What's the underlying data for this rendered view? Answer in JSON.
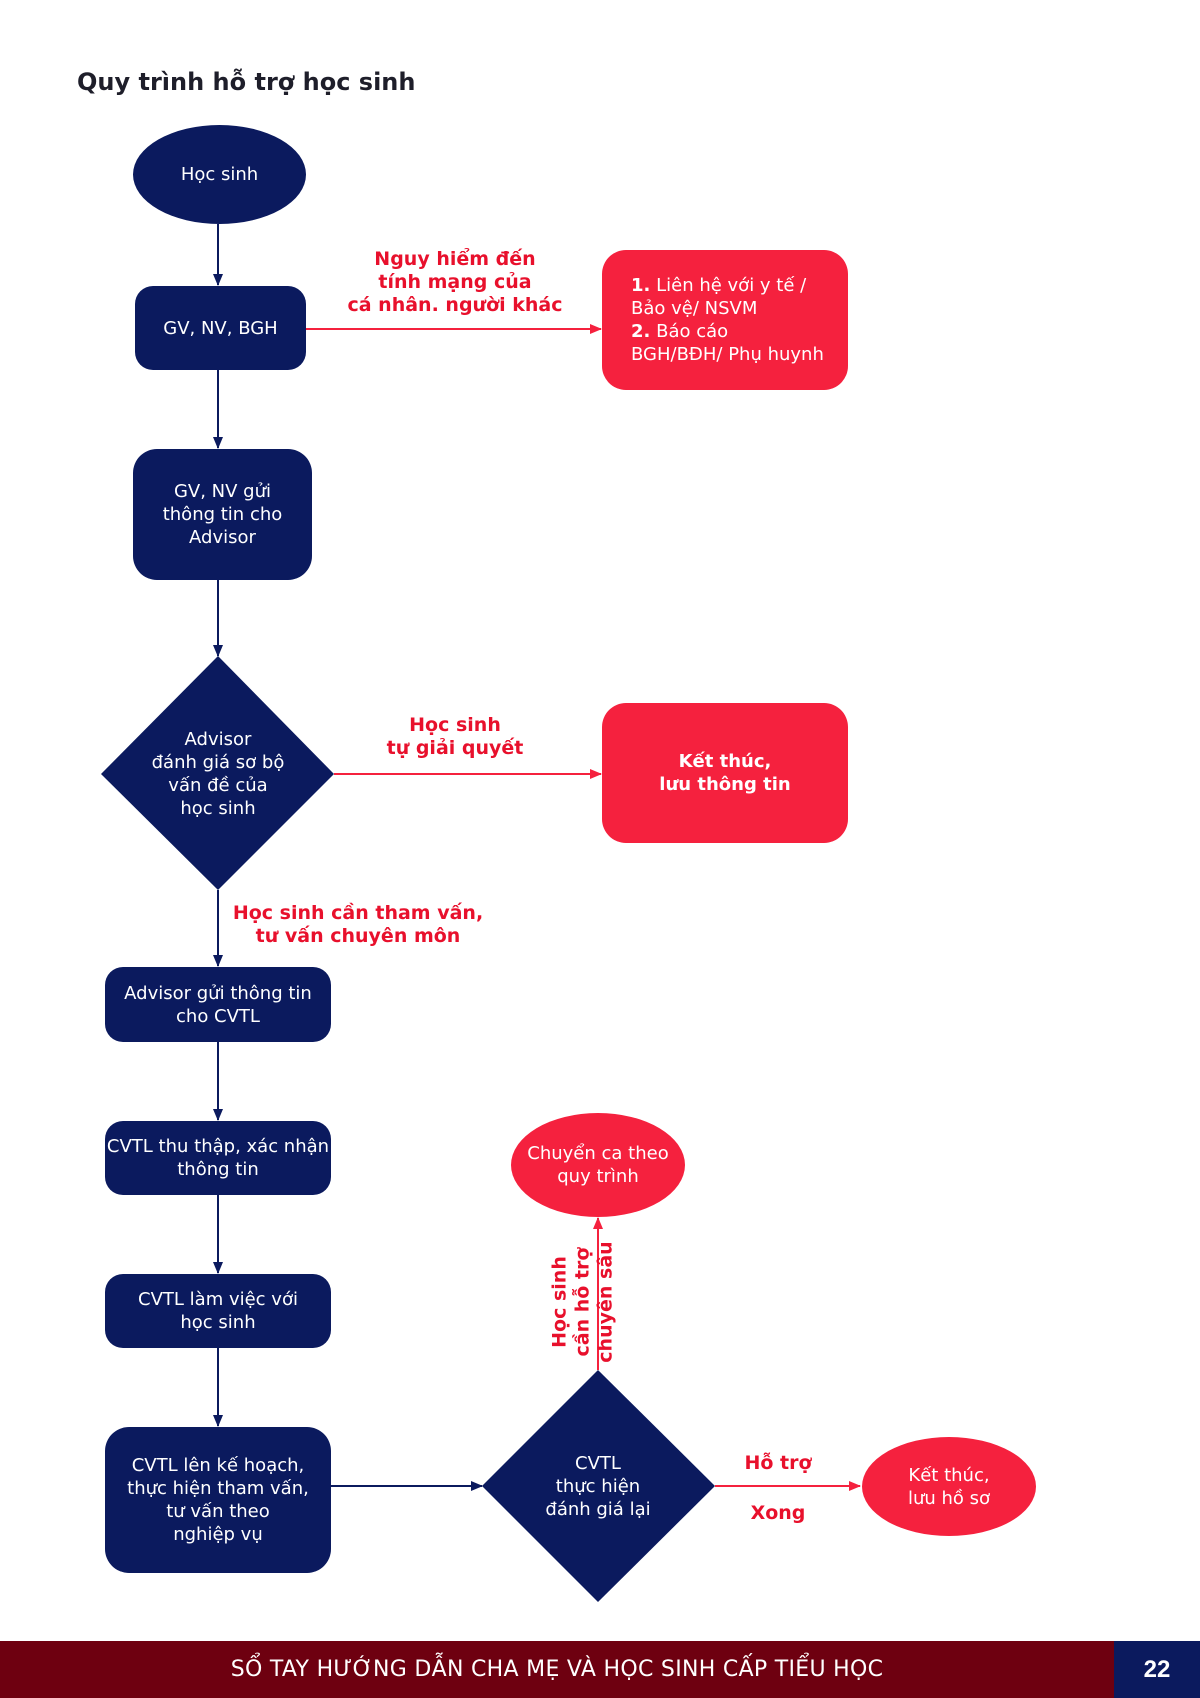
{
  "title": "Quy trình hỗ trợ học sinh",
  "nodes": {
    "hoc_sinh": "Học sinh",
    "gv_nv_bgh": "GV, NV, BGH",
    "gv_gui": "GV, NV gửi\nthông tin cho\nAdvisor",
    "advisor_danh_gia": "Advisor\nđánh giá sơ bộ\nvấn đề của\nhọc sinh",
    "advisor_gui_cvtl": "Advisor gửi thông tin\ncho CVTL",
    "cvtl_thu_thap": "CVTL thu thập, xác nhận\nthông tin",
    "cvtl_lam_viec": "CVTL làm việc với\nhọc sinh",
    "cvtl_ke_hoach": "CVTL lên kế hoạch,\nthực hiện tham vấn,\ntư vấn theo\nnghiệp vụ",
    "cvtl_danh_gia_lai": "CVTL\nthực hiện\nđánh giá lại",
    "ket_thuc_luu_ho_so": "Kết thúc,\nlưu hồ sơ",
    "chuyen_ca": "Chuyển ca theo\nquy trình",
    "ket_thuc_luu_thong_tin": "Kết thúc,\nlưu thông tin",
    "emergency": {
      "n1": "1.",
      "t1": " Liên hệ với y tế /\nBảo vệ/ NSVM",
      "n2": "2.",
      "t2": " Báo cáo\nBGH/BĐH/ Phụ huynh"
    }
  },
  "edge_labels": {
    "nguy_hiem": "Nguy hiểm đến\ntính mạng của\ncá nhân. người khác",
    "tu_giai_quyet": "Học sinh\ntự giải quyết",
    "can_tham_van": "Học sinh cần tham vấn,\ntư vấn chuyên môn",
    "can_ho_tro_sau": "Học sinh\ncần hỗ trợ\nchuyên sâu",
    "ho_tro": "Hỗ trợ",
    "xong": "Xong"
  },
  "footer": {
    "text": "SỔ TAY HƯỚNG DẪN CHA MẸ VÀ HỌC SINH CẤP TIỂU HỌC",
    "page": "22"
  },
  "colors": {
    "navy": "#0b1a5e",
    "red": "#f5213e",
    "label_red": "#e8102c",
    "footer": "#6e0010"
  }
}
